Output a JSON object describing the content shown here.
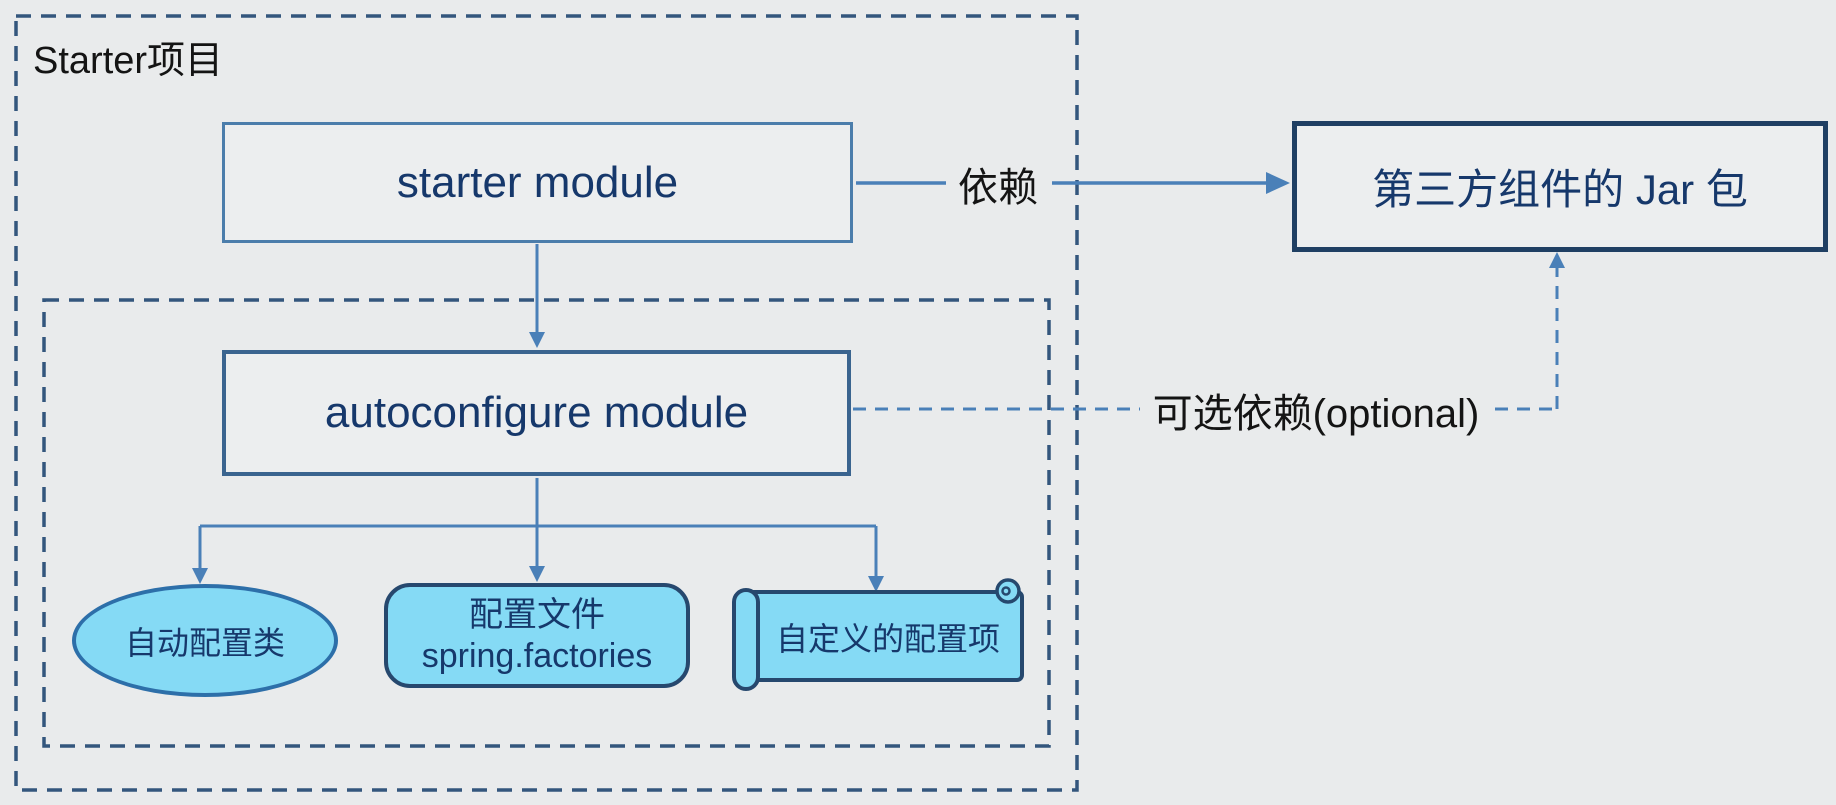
{
  "diagram": {
    "outer_container": {
      "label": "Starter项目"
    },
    "inner_container": {
      "label": ""
    },
    "nodes": {
      "starter_module": {
        "label": "starter module"
      },
      "autoconfigure_module": {
        "label": "autoconfigure module"
      },
      "third_party_jar": {
        "label": "第三方组件的 Jar 包"
      },
      "auto_config_class": {
        "label": "自动配置类"
      },
      "config_file": {
        "line1": "配置文件",
        "line2": "spring.factories"
      },
      "custom_config_item": {
        "label": "自定义的配置项"
      }
    },
    "edges": {
      "starter_to_jar": {
        "label": "依赖",
        "style": "solid-arrow"
      },
      "autoconfigure_to_jar": {
        "label": "可选依赖(optional)",
        "style": "dashed-arrow"
      },
      "starter_to_autoconfigure": {
        "label": "",
        "style": "solid-arrow"
      },
      "autoconfigure_to_children": {
        "label": "",
        "style": "solid-arrow-branch"
      }
    },
    "colors": {
      "background": "#e9ebec",
      "dashed_container_border": "#33567d",
      "arrow_blue": "#4a80b8",
      "starter_box_border": "#4b7dab",
      "autoconfigure_box_border": "#3a648f",
      "jar_box_border": "#1f3f63",
      "child_shape_fill": "#85daf5",
      "ellipse_border": "#2d6fa9",
      "child_shape_border": "#26486e",
      "node_text_navy": "#16386b",
      "label_text_black": "#141414"
    }
  }
}
